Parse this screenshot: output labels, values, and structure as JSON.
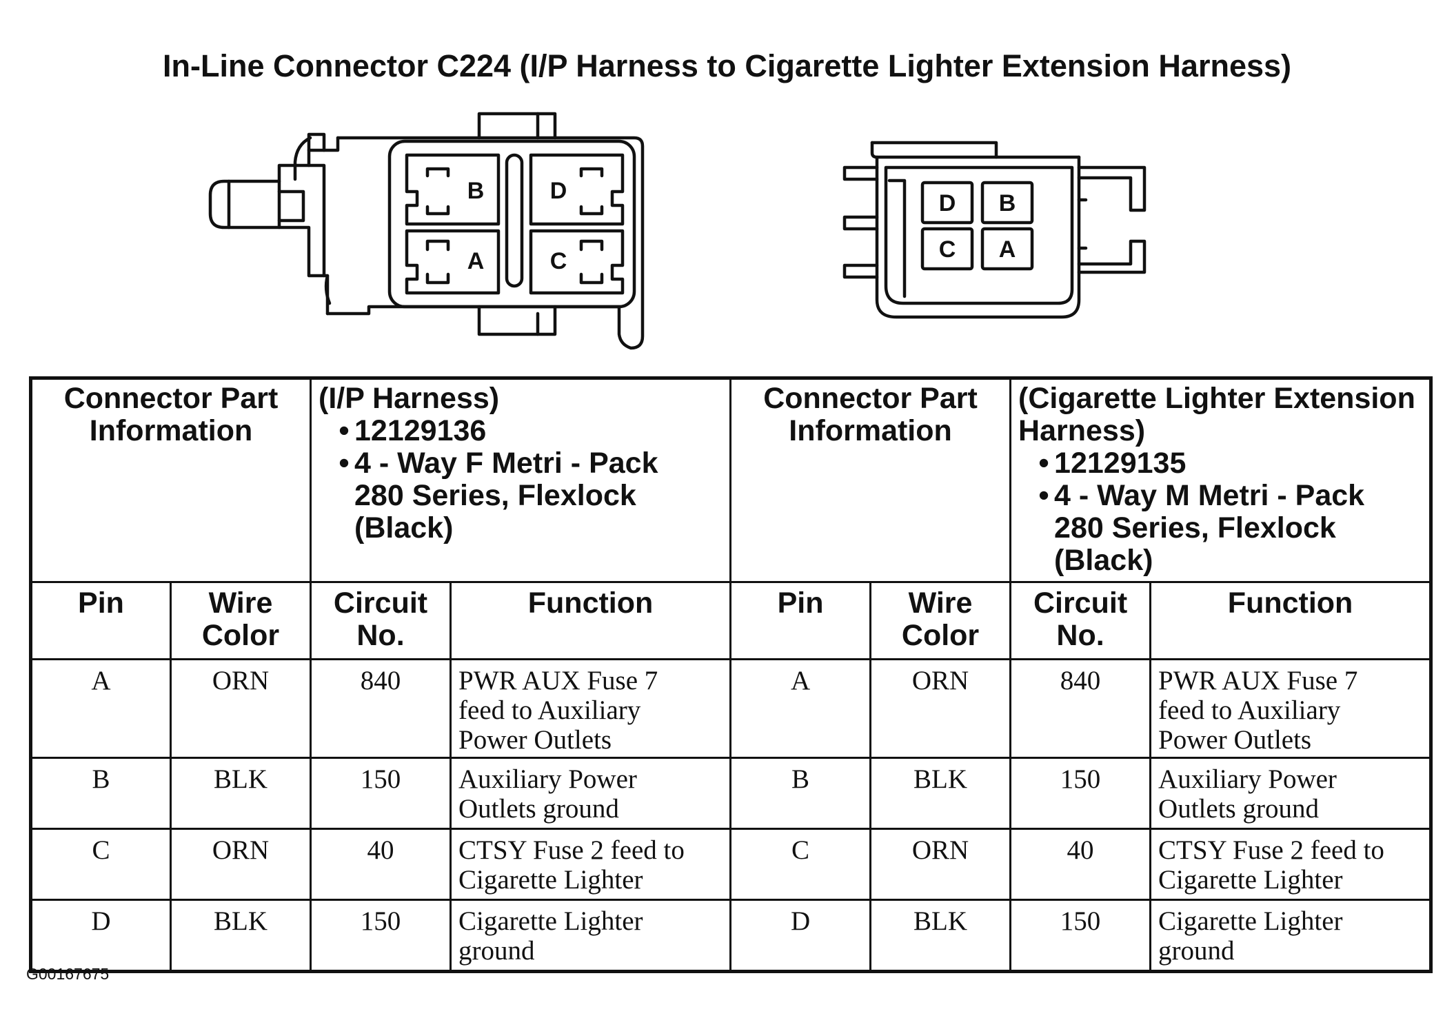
{
  "title": "In-Line Connector C224 (I/P Harness to Cigarette Lighter Extension Harness)",
  "figure_code": "G00167675",
  "connector_left": {
    "pins": [
      "B",
      "D",
      "A",
      "C"
    ]
  },
  "connector_right": {
    "pins": [
      "D",
      "B",
      "C",
      "A"
    ]
  },
  "info_left": {
    "label_line1": "Connector Part",
    "label_line2": "Information",
    "harness": "(I/P Harness)",
    "part_number": "12129136",
    "description_line1": "4 - Way F Metri - Pack",
    "description_line2": "280 Series, Flexlock",
    "description_line3": "(Black)"
  },
  "info_right": {
    "label_line1": "Connector Part",
    "label_line2": "Information",
    "harness_line1": "(Cigarette Lighter Extension",
    "harness_line2": "Harness)",
    "part_number": "12129135",
    "description_line1": "4 - Way M Metri - Pack",
    "description_line2": "280 Series, Flexlock",
    "description_line3": "(Black)"
  },
  "columns": {
    "pin": "Pin",
    "wire_color_line1": "Wire",
    "wire_color_line2": "Color",
    "circuit_line1": "Circuit",
    "circuit_line2": "No.",
    "function": "Function"
  },
  "rows_left": [
    {
      "pin": "A",
      "color": "ORN",
      "circuit": "840",
      "function_lines": [
        "PWR AUX Fuse 7",
        "feed to Auxiliary",
        "Power Outlets"
      ]
    },
    {
      "pin": "B",
      "color": "BLK",
      "circuit": "150",
      "function_lines": [
        "Auxiliary Power",
        "Outlets ground"
      ]
    },
    {
      "pin": "C",
      "color": "ORN",
      "circuit": "40",
      "function_lines": [
        "CTSY Fuse 2 feed to",
        "Cigarette Lighter"
      ]
    },
    {
      "pin": "D",
      "color": "BLK",
      "circuit": "150",
      "function_lines": [
        "Cigarette Lighter",
        "ground"
      ]
    }
  ],
  "rows_right": [
    {
      "pin": "A",
      "color": "ORN",
      "circuit": "840",
      "function_lines": [
        "PWR AUX Fuse 7",
        "feed to Auxiliary",
        "Power Outlets"
      ]
    },
    {
      "pin": "B",
      "color": "BLK",
      "circuit": "150",
      "function_lines": [
        "Auxiliary Power",
        "Outlets ground"
      ]
    },
    {
      "pin": "C",
      "color": "ORN",
      "circuit": "40",
      "function_lines": [
        "CTSY Fuse 2 feed to",
        "Cigarette Lighter"
      ]
    },
    {
      "pin": "D",
      "color": "BLK",
      "circuit": "150",
      "function_lines": [
        "Cigarette Lighter",
        "ground"
      ]
    }
  ]
}
